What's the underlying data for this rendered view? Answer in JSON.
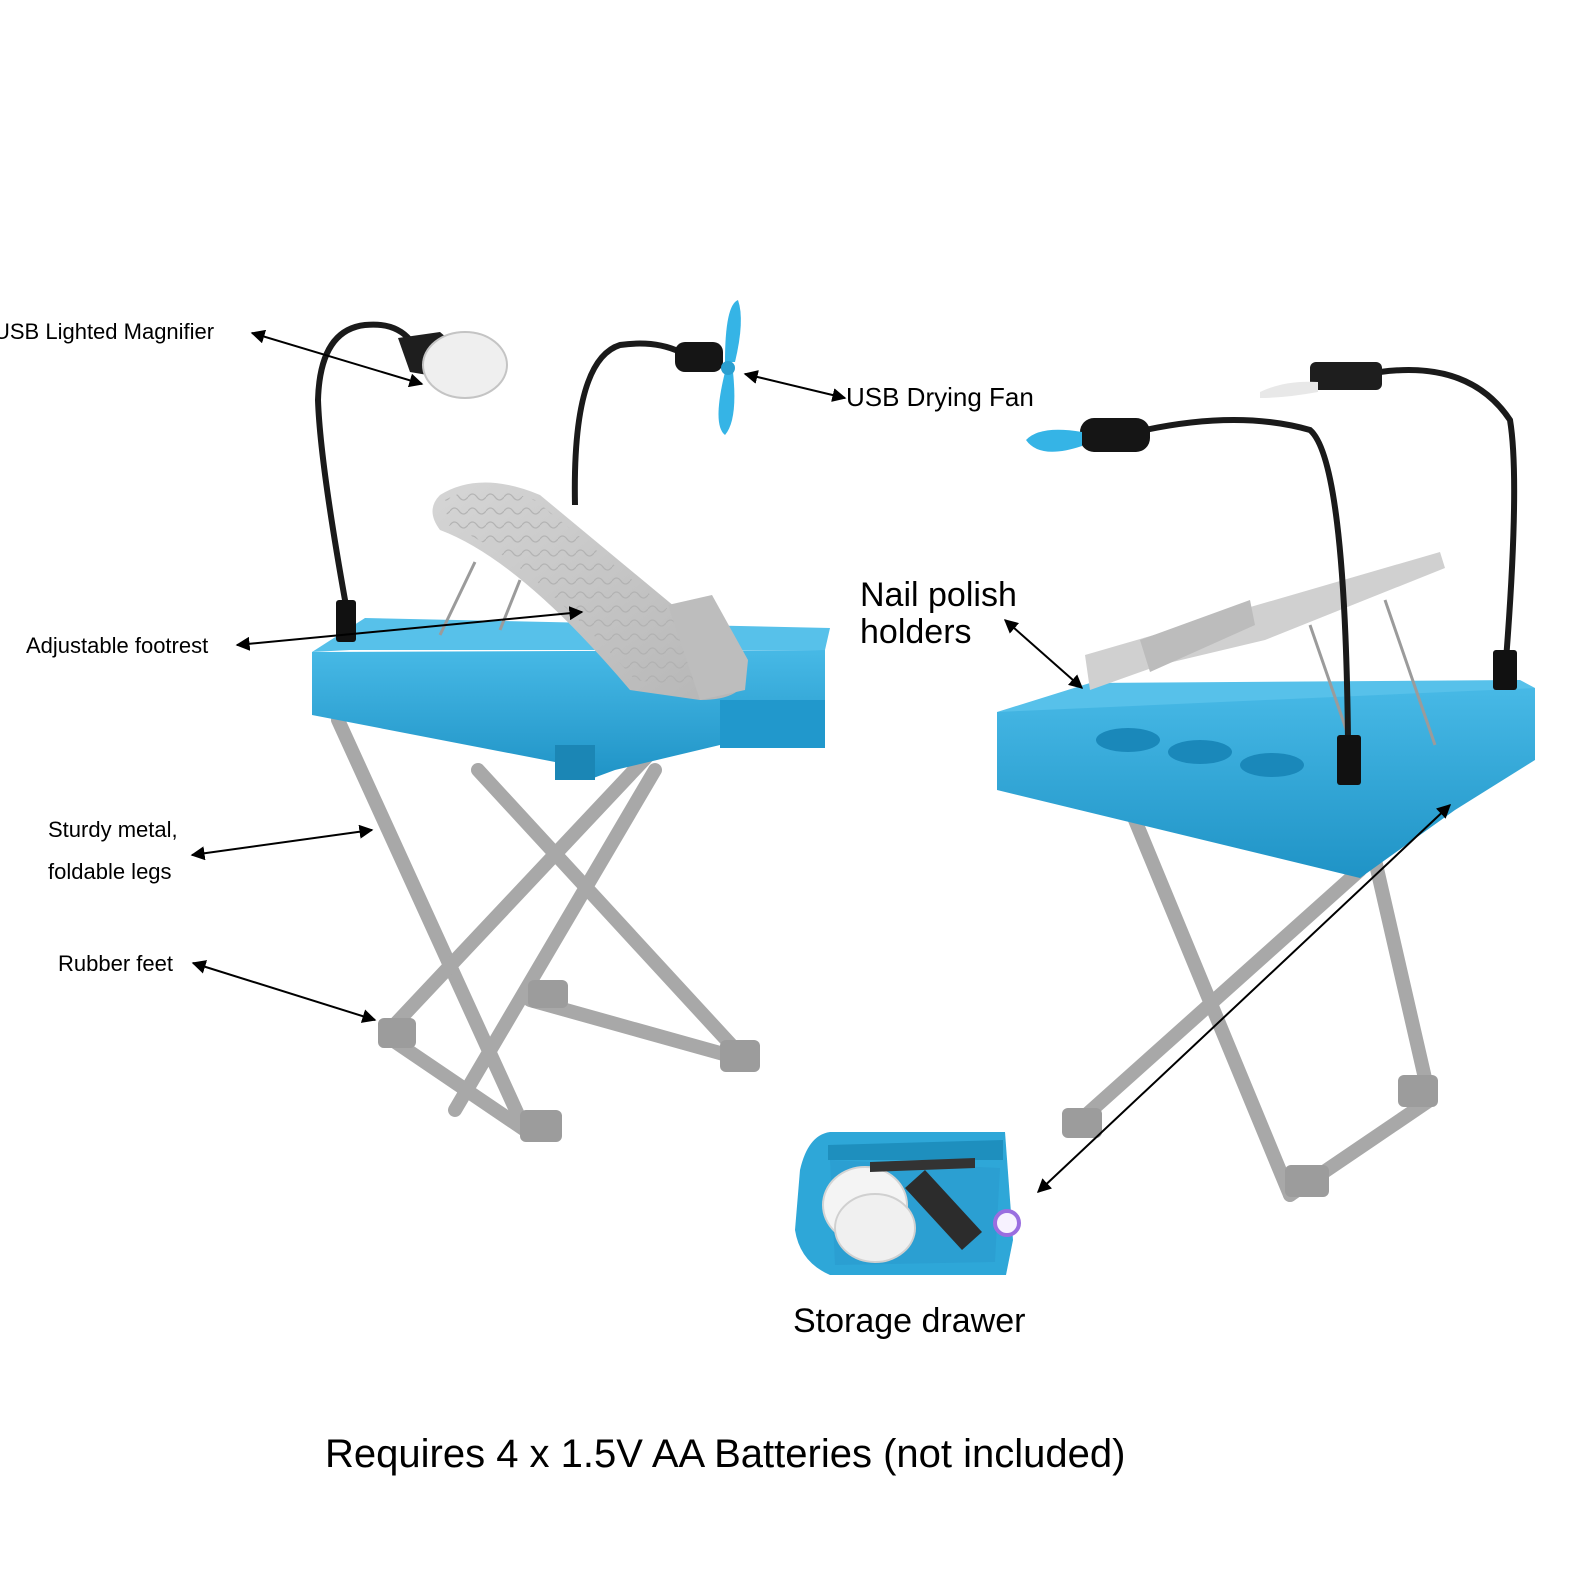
{
  "labels": {
    "magnifier": "USB Lighted Magnifier",
    "fan": "USB Drying Fan",
    "footrest": "Adjustable footrest",
    "legs_line1": "Sturdy metal,",
    "legs_line2": "foldable legs",
    "feet": "Rubber feet",
    "polish_line1": "Nail polish",
    "polish_line2": "holders",
    "drawer": "Storage drawer"
  },
  "footer": {
    "batteries": "Requires 4 x 1.5V AA Batteries (not included)"
  },
  "colors": {
    "tray_blue": "#2ea7d8",
    "tray_blue_dark": "#1f8fbf",
    "fan_blade": "#35b4e6",
    "metal_leg": "#a9a9a9",
    "footrest_gray": "#c9c9c9",
    "gooseneck": "#1a1a1a",
    "annotation_line": "#000000"
  }
}
